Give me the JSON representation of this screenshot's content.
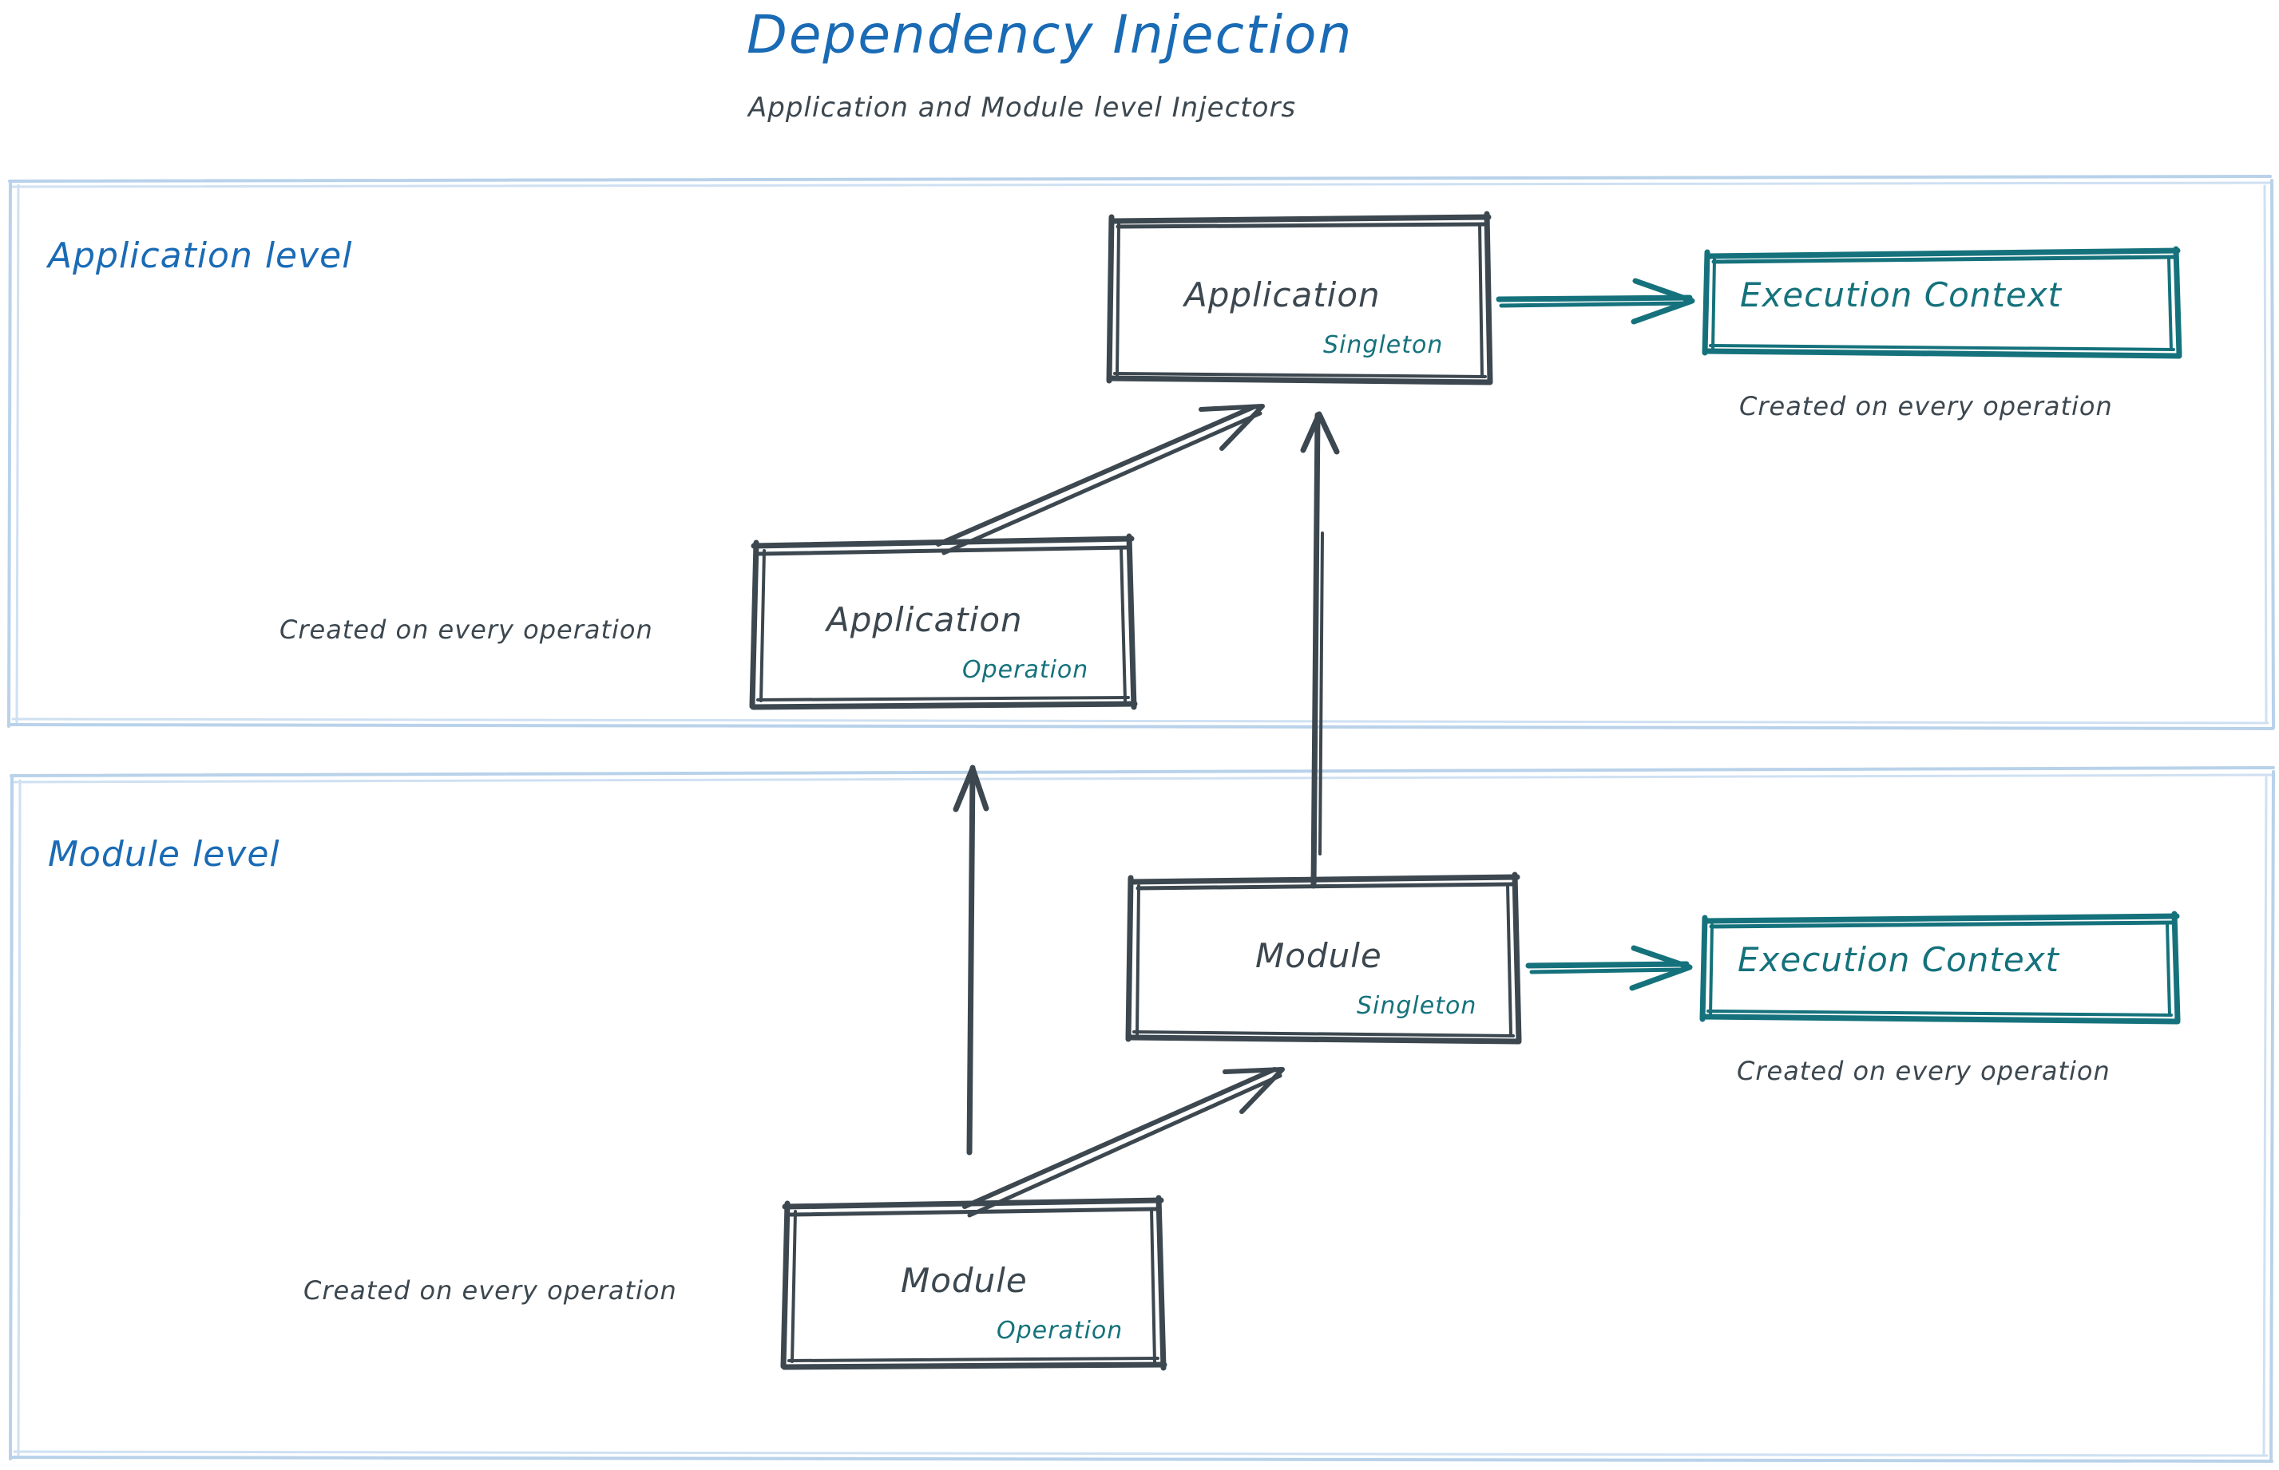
{
  "header": {
    "title": "Dependency Injection",
    "subtitle": "Application and Module level Injectors",
    "title_color": "#1a6bb5",
    "subtitle_color": "#3c474f"
  },
  "palette": {
    "ink": "#3c474f",
    "teal": "#15727c",
    "blue": "#1a6bb5",
    "group_border": "#b9d2ea",
    "background": "#ffffff"
  },
  "groups": [
    {
      "id": "application-level",
      "label": "Application level",
      "nodes": [
        {
          "id": "application-singleton",
          "title": "Application",
          "scope": "Singleton",
          "scope_color": "#15727c",
          "note": ""
        },
        {
          "id": "application-operation",
          "title": "Application",
          "scope": "Operation",
          "scope_color": "#15727c",
          "note": "Created on every operation"
        },
        {
          "id": "application-execution-context",
          "title": "Execution Context",
          "scope": "",
          "scope_color": "#15727c",
          "note": "Created on every operation"
        }
      ]
    },
    {
      "id": "module-level",
      "label": "Module level",
      "nodes": [
        {
          "id": "module-singleton",
          "title": "Module",
          "scope": "Singleton",
          "scope_color": "#15727c",
          "note": ""
        },
        {
          "id": "module-operation",
          "title": "Module",
          "scope": "Operation",
          "scope_color": "#15727c",
          "note": "Created on every operation"
        },
        {
          "id": "module-execution-context",
          "title": "Execution Context",
          "scope": "",
          "scope_color": "#15727c",
          "note": "Created on every operation"
        }
      ]
    }
  ],
  "edges": [
    {
      "id": "app-operation-to-app-singleton",
      "from": "application-operation",
      "to": "application-singleton",
      "style": "sketch-double",
      "color": "#3c474f"
    },
    {
      "id": "app-singleton-to-app-execution-context",
      "from": "application-singleton",
      "to": "application-execution-context",
      "style": "sketch-double",
      "color": "#15727c"
    },
    {
      "id": "module-singleton-to-app-singleton",
      "from": "module-singleton",
      "to": "application-singleton",
      "style": "sketch-double",
      "color": "#3c474f"
    },
    {
      "id": "module-operation-to-app-operation",
      "from": "module-operation",
      "to": "application-operation",
      "style": "sketch-single",
      "color": "#3c474f"
    },
    {
      "id": "module-operation-to-module-singleton",
      "from": "module-operation",
      "to": "module-singleton",
      "style": "sketch-double",
      "color": "#3c474f"
    },
    {
      "id": "module-singleton-to-module-execution-context",
      "from": "module-singleton",
      "to": "module-execution-context",
      "style": "sketch-double",
      "color": "#15727c"
    }
  ]
}
